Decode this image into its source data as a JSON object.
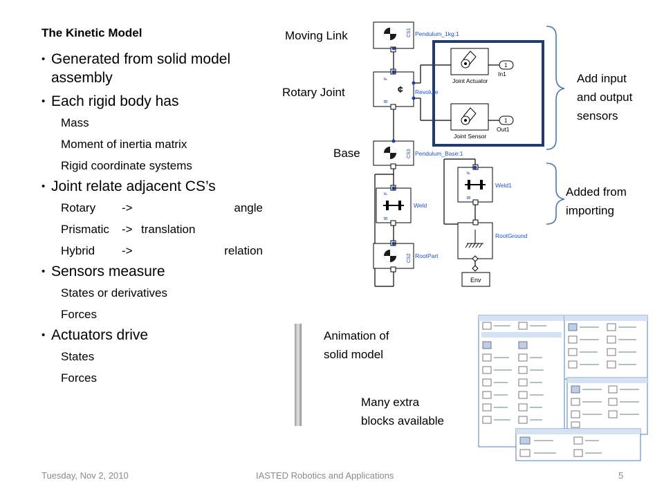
{
  "slide": {
    "title": "The Kinetic Model",
    "bullets": [
      {
        "text": "Generated from solid model assembly"
      },
      {
        "text": "Each rigid body has",
        "sub": [
          "Mass",
          "Moment of inertia matrix",
          "Rigid coordinate systems"
        ]
      },
      {
        "text": "Joint relate adjacent CS’s"
      },
      {
        "text": "Sensors measure",
        "sub": [
          "States or derivatives",
          "Forces"
        ]
      },
      {
        "text": "Actuators drive",
        "sub": [
          "States",
          "Forces"
        ]
      }
    ],
    "joint_table": [
      {
        "name": "Rotary",
        "arrow": "->",
        "what": "angle"
      },
      {
        "name": "Prismatic",
        "arrow": "->",
        "what": "translation"
      },
      {
        "name": "Hybrid",
        "arrow": "->",
        "what": "relation"
      }
    ]
  },
  "diagram_labels": {
    "moving_link": "Moving Link",
    "rotary_joint": "Rotary Joint",
    "base": "Base",
    "add_sensors": [
      "Add input",
      "and output",
      "sensors"
    ],
    "added_importing": [
      "Added from",
      "importing"
    ],
    "animation": [
      "Animation of",
      "solid model"
    ],
    "extra_blocks": [
      "Many extra",
      "blocks available"
    ]
  },
  "blocks": {
    "pendulum": "Pendulum_1kg:1",
    "revolute": "Revolute",
    "pendulum_base": "Pendulum_Base:1",
    "weld": "Weld",
    "weld1": "Weld1",
    "rootpart": "RootPart",
    "rootground": "RootGround",
    "env": "Env",
    "joint_actuator": "Joint Actuator",
    "joint_sensor": "Joint Sensor",
    "in1": "In1",
    "out1": "Out1",
    "port_1a": "1",
    "port_1b": "1",
    "port_cs1": "CS1",
    "port_cs3": "CS3",
    "port_cs2": "CS2",
    "port_f": "F",
    "port_b": "B"
  },
  "footer": {
    "date": "Tuesday, Nov 2, 2010",
    "conference": "IASTED Robotics and Applications",
    "page": "5"
  },
  "colors": {
    "block_text": "#1a4fd0",
    "highlight_frame": "#243a6e",
    "brace": "#4a74b8",
    "port": "#1a3fa0"
  }
}
